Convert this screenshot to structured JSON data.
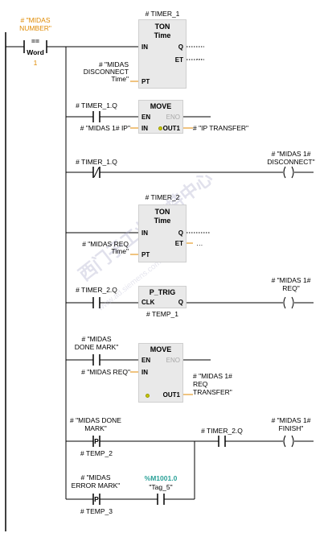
{
  "compare": {
    "operand_tag": "# \"MIDAS NUMBER\"",
    "symbol": "==",
    "type": "Word",
    "value": "1"
  },
  "timer1": {
    "instance": "# TIMER_1",
    "type_line1": "TON",
    "type_line2": "Time",
    "pin_in": "IN",
    "pin_q": "Q",
    "pin_et": "ET",
    "pin_pt": "PT",
    "et_value": "…",
    "pt_tag": "# \"MIDAS DISCONNECT Time\""
  },
  "move1": {
    "contact_tag": "# TIMER_1.Q",
    "title": "MOVE",
    "pin_en": "EN",
    "pin_eno": "ENO",
    "pin_in": "IN",
    "pin_out1": "OUT1",
    "in_tag": "# \"MIDAS 1# IP\"",
    "out_tag": "# \"IP TRANSFER\""
  },
  "rung3": {
    "contact_tag": "# TIMER_1.Q",
    "coil_tag": "# \"MIDAS 1# DISCONNECT\""
  },
  "timer2": {
    "instance": "# TIMER_2",
    "type_line1": "TON",
    "type_line2": "Time",
    "pin_in": "IN",
    "pin_q": "Q",
    "pin_et": "ET",
    "pin_pt": "PT",
    "et_value": "…",
    "pt_tag": "# \"MIDAS REQ Time\""
  },
  "ptrig": {
    "contact_tag": "# TIMER_2.Q",
    "title": "P_TRIG",
    "pin_clk": "CLK",
    "pin_q": "Q",
    "mem_tag": "# TEMP_1",
    "coil_tag": "# \"MIDAS 1# REQ\""
  },
  "move2": {
    "contact_tag": "# \"MIDAS DONE MARK\"",
    "title": "MOVE",
    "pin_en": "EN",
    "pin_eno": "ENO",
    "pin_in": "IN",
    "pin_out1": "OUT1",
    "in_tag": "# \"MIDAS REQ\"",
    "out_tag": "# \"MIDAS 1# REQ TRANSFER\""
  },
  "rung7": {
    "contact1_tag": "# \"MIDAS DONE MARK\"",
    "contact1_mem": "# TEMP_2",
    "contact1_symbol": "P",
    "contact2_tag": "# TIMER_2.Q",
    "coil_tag": "# \"MIDAS 1# FINISH\"",
    "branch_tag": "# \"MIDAS ERROR MARK\"",
    "branch_mem": "# TEMP_3",
    "branch_symbol": "P",
    "branch_contact_addr": "%M1001.0",
    "branch_contact_name": "\"Tag_5\""
  },
  "watermark": {
    "line1": "西门子工业 支持中心",
    "line2": "www.ad.siemens.com.cn"
  }
}
